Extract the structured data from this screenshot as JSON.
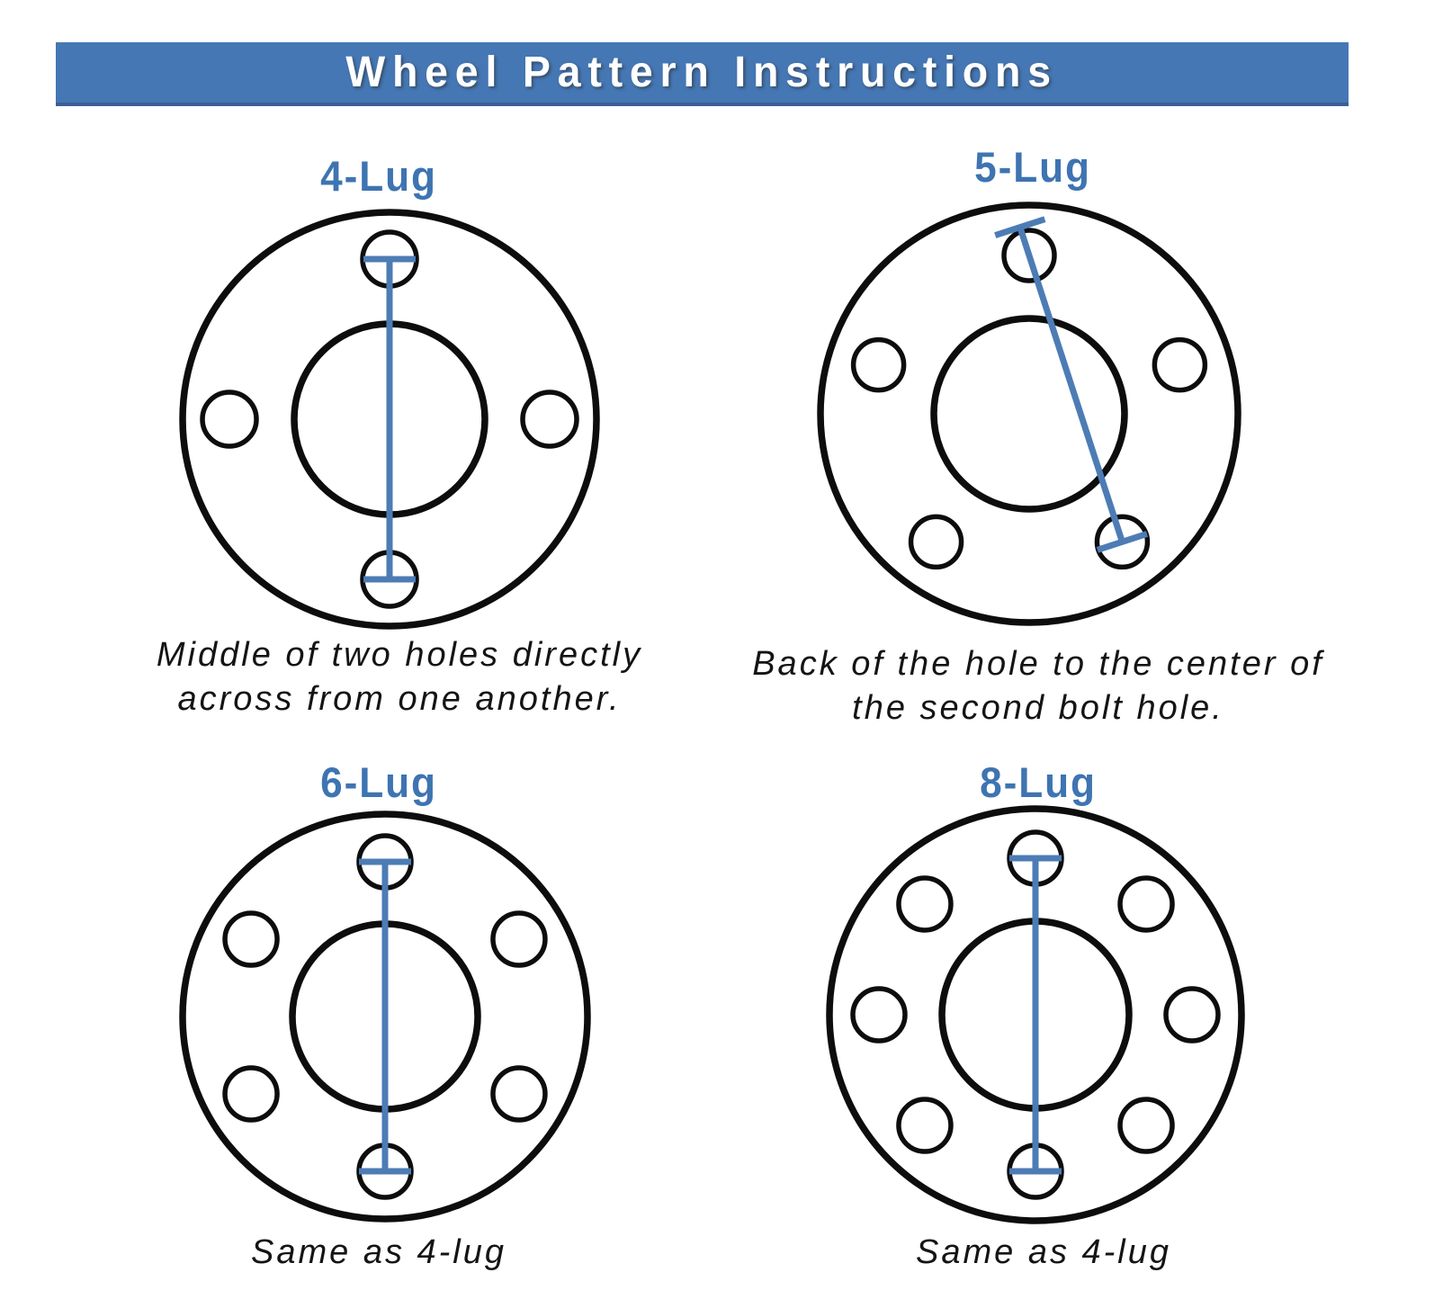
{
  "title_bar": {
    "text": "Wheel Pattern Instructions"
  },
  "colors": {
    "bar_background": "#4577b4",
    "bar_border": "#3b5e97",
    "title_text": "#ffffff",
    "heading_blue": "#3e74b1",
    "measure_line_blue": "#4d7cb5",
    "circle_stroke": "#0d0d0d",
    "caption_text": "#141414"
  },
  "diagrams": [
    {
      "id": "lug4",
      "label": "4-Lug",
      "lug_count": 4,
      "caption_lines": [
        "Middle of two holes directly",
        "across from one another."
      ],
      "hole_angles_deg": [
        -90,
        0,
        90,
        180
      ],
      "measure": {
        "kind": "center-to-center",
        "from_deg": -90,
        "to_deg": 90
      }
    },
    {
      "id": "lug5",
      "label": "5-Lug",
      "lug_count": 5,
      "caption_lines": [
        "Back of the hole to the center of",
        "the second bolt hole."
      ],
      "hole_angles_deg": [
        -90,
        -18,
        54,
        126,
        198
      ],
      "measure": {
        "kind": "back-to-center",
        "from_deg": -90,
        "to_deg": 54
      }
    },
    {
      "id": "lug6",
      "label": "6-Lug",
      "lug_count": 6,
      "caption_lines": [
        "Same as 4-lug"
      ],
      "hole_angles_deg": [
        -90,
        -30,
        30,
        90,
        150,
        210
      ],
      "measure": {
        "kind": "center-to-center",
        "from_deg": -90,
        "to_deg": 90
      }
    },
    {
      "id": "lug8",
      "label": "8-Lug",
      "lug_count": 8,
      "caption_lines": [
        "Same as 4-lug"
      ],
      "hole_angles_deg": [
        -90,
        -45,
        0,
        45,
        90,
        135,
        180,
        225
      ],
      "measure": {
        "kind": "center-to-center",
        "from_deg": -90,
        "to_deg": 90
      }
    }
  ]
}
